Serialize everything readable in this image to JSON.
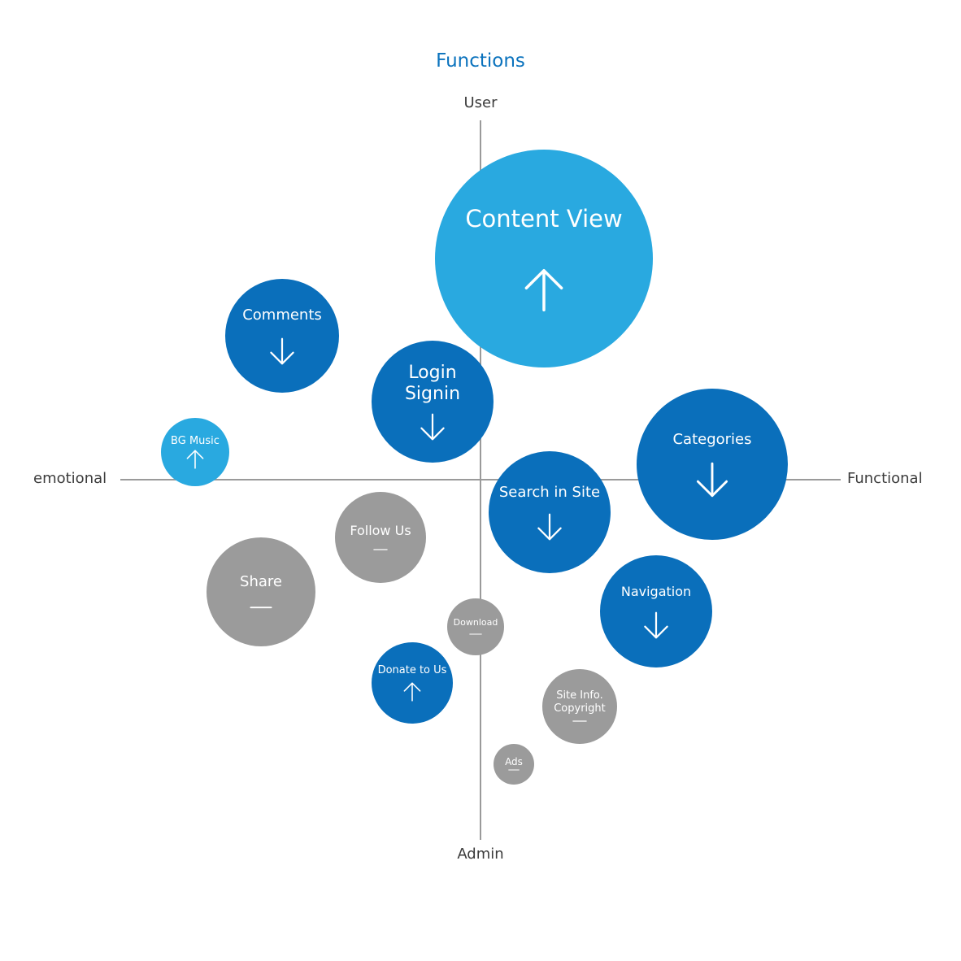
{
  "title": "Functions",
  "axes": {
    "top": "User",
    "bottom": "Admin",
    "left": "emotional",
    "right": "Functional"
  },
  "colors": {
    "light_blue": "#29a9e0",
    "dark_blue": "#0a6fbb",
    "gray": "#9b9b9b",
    "title": "#0a72bd",
    "axis": "#9a9a9a"
  },
  "trend_icons": {
    "up": "arrow-up-icon",
    "down": "arrow-down-icon",
    "flat": "dash-icon"
  },
  "bubbles": [
    {
      "id": "content-view",
      "label": "Content View",
      "trend": "up",
      "color": "light_blue"
    },
    {
      "id": "comments",
      "label": "Comments",
      "trend": "down",
      "color": "dark_blue"
    },
    {
      "id": "login-signin",
      "label": "Login\nSignin",
      "trend": "down",
      "color": "dark_blue"
    },
    {
      "id": "bg-music",
      "label": "BG Music",
      "trend": "up",
      "color": "light_blue"
    },
    {
      "id": "categories",
      "label": "Categories",
      "trend": "down",
      "color": "dark_blue"
    },
    {
      "id": "search-in-site",
      "label": "Search in Site",
      "trend": "down",
      "color": "dark_blue"
    },
    {
      "id": "follow-us",
      "label": "Follow Us",
      "trend": "flat",
      "color": "gray"
    },
    {
      "id": "share",
      "label": "Share",
      "trend": "flat",
      "color": "gray"
    },
    {
      "id": "navigation",
      "label": "Navigation",
      "trend": "down",
      "color": "dark_blue"
    },
    {
      "id": "download",
      "label": "Download",
      "trend": "flat",
      "color": "gray"
    },
    {
      "id": "donate-to-us",
      "label": "Donate to Us",
      "trend": "up",
      "color": "dark_blue"
    },
    {
      "id": "site-info-copyright",
      "label": "Site Info.\nCopyright",
      "trend": "flat",
      "color": "gray"
    },
    {
      "id": "ads",
      "label": "Ads",
      "trend": "flat",
      "color": "gray"
    }
  ]
}
